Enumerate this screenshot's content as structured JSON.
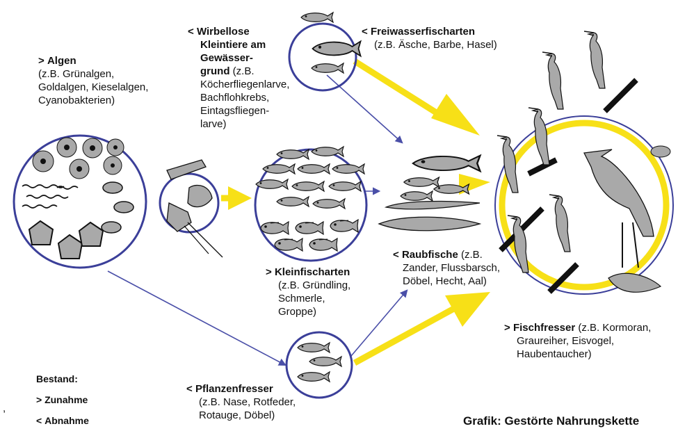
{
  "colors": {
    "circle": "#3b3f99",
    "arrow_thin": "#4a4fa8",
    "arrow_thick": "#f7e017",
    "animal": "#a9a9a9",
    "outline": "#111111"
  },
  "algen": {
    "sym": ">",
    "name": "Algen",
    "lines": [
      "(z.B.  Grünalgen,",
      "Goldalgen, Kieselalgen,",
      "Cyanobakterien)"
    ]
  },
  "wirbellose": {
    "sym": "<",
    "lines_bold": [
      "Wirbellose",
      "Kleintiere am",
      "Gewässer-"
    ],
    "line4_bold": "grund",
    "line4_rest": " (z.B.",
    "lines": [
      "Köcherfliegenlarve,",
      "Bachflohkrebs,",
      "Eintagsfliegen-",
      "larve)"
    ]
  },
  "freiwasser": {
    "sym": "<",
    "name": "Freiwasserfischarten",
    "detail": "(z.B. Äsche, Barbe, Hasel)"
  },
  "kleinfisch": {
    "sym": ">",
    "name": "Kleinfischarten",
    "lines": [
      "(z.B. Gründling,",
      "Schmerle,",
      "Groppe)"
    ]
  },
  "raubfische": {
    "sym": "<",
    "name": "Raubfische",
    "name_rest": " (z.B.",
    "lines": [
      "Zander, Flussbarsch,",
      "Döbel, Hecht, Aal)"
    ]
  },
  "pflanzen": {
    "sym": "<",
    "name": "Pflanzenfresser",
    "lines": [
      "(z.B. Nase, Rotfeder,",
      "Rotauge, Döbel)"
    ]
  },
  "fischfresser": {
    "sym": ">",
    "name": "Fischfresser",
    "name_rest": " (z.B. Kormoran,",
    "lines": [
      "Graureiher, Eisvogel,",
      "Haubentaucher)"
    ]
  },
  "legend": {
    "title": "Bestand:",
    "up_sym": ">",
    "up": "Zunahme",
    "down_sym": "<",
    "down": "Abnahme"
  },
  "footer": {
    "title": "Grafik: Gestörte Nahrungskette"
  },
  "stray": ","
}
